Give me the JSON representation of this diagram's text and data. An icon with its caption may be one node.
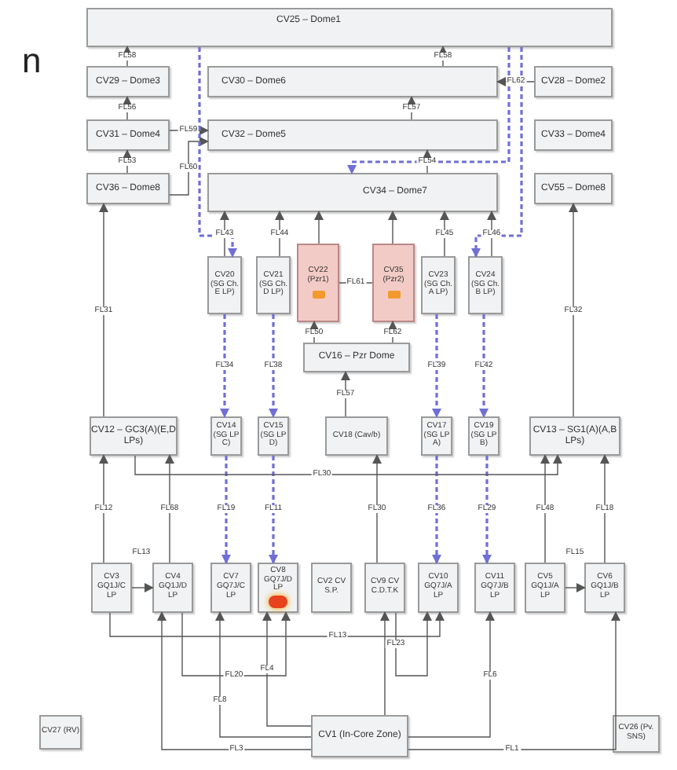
{
  "diagram": {
    "nodes": [
      {
        "text": [
          "CV25 – Dome1"
        ]
      },
      {
        "text": [
          "CV29 – Dome3"
        ]
      },
      {
        "text": [
          "CV30 – Dome6"
        ]
      },
      {
        "text": [
          "CV28 – Dome2"
        ]
      },
      {
        "text": [
          "CV31 – Dome4"
        ]
      },
      {
        "text": [
          "CV32 – Dome5"
        ]
      },
      {
        "text": [
          "CV33 – Dome4"
        ]
      },
      {
        "text": [
          "CV36 – Dome8"
        ]
      },
      {
        "text": [
          "CV34 – Dome7"
        ]
      },
      {
        "text": [
          "CV55 – Dome8"
        ]
      },
      {
        "text": [
          "CV20 (SG Ch. E LP)"
        ]
      },
      {
        "text": [
          "CV21 (SG Ch. D LP)"
        ]
      },
      {
        "text": [
          "CV22 (Pzr1)"
        ]
      },
      {
        "text": [
          "CV35 (Pzr2)"
        ]
      },
      {
        "text": [
          "CV23 (SG Ch. A LP)"
        ]
      },
      {
        "text": [
          "CV24 (SG Ch. B LP)"
        ]
      },
      {
        "text": [
          "CV16 – Pzr Dome"
        ]
      },
      {
        "text": [
          "CV12 – GC3(A)(E,D LPs)"
        ]
      },
      {
        "text": [
          "CV14 (SG LP C)"
        ]
      },
      {
        "text": [
          "CV15 (SG LP D)"
        ]
      },
      {
        "text": [
          "CV18 (Cav/b)"
        ]
      },
      {
        "text": [
          "CV17 (SG LP A)"
        ]
      },
      {
        "text": [
          "CV19 (SG LP B)"
        ]
      },
      {
        "text": [
          "CV13 – SG1(A)(A,B LPs)"
        ]
      },
      {
        "text": [
          "CV3 GQ1J/C LP"
        ]
      },
      {
        "text": [
          "CV4 GQ1J/D LP"
        ]
      },
      {
        "text": [
          "CV7 GQ7J/C LP"
        ]
      },
      {
        "text": [
          "CV8 GQ7J/D LP"
        ]
      },
      {
        "text": [
          "CV2 CV S.P."
        ]
      },
      {
        "text": [
          "CV9 CV C.D.T.K"
        ]
      },
      {
        "text": [
          "CV10 GQ7J/A LP"
        ]
      },
      {
        "text": [
          "CV11 GQ7J/B LP"
        ]
      },
      {
        "text": [
          "CV5 GQ1J/A LP"
        ]
      },
      {
        "text": [
          "CV6 GQ1J/B LP"
        ]
      },
      {
        "text": [
          "CV27 (RV)"
        ]
      },
      {
        "text": [
          "CV1 (In-Core Zone)"
        ]
      },
      {
        "text": [
          "CV26 (Pv. SNS)"
        ]
      }
    ],
    "edges": [
      {
        "from": 1,
        "to": 0,
        "arrow": "to",
        "label": "FL58"
      },
      {
        "from": 4,
        "to": 1,
        "arrow": "to",
        "label": "FL56"
      },
      {
        "from": 7,
        "to": 4,
        "arrow": "to",
        "label": "FL53"
      },
      {
        "from": 4,
        "to": 5,
        "arrow": "to",
        "label": "FL59"
      },
      {
        "from": 5,
        "to": 2,
        "arrow": "to",
        "label": "FL57"
      },
      {
        "from": 8,
        "to": 5,
        "arrow": "to",
        "label": "FL54"
      },
      {
        "from": 2,
        "to": 0,
        "arrow": "to",
        "label": "FL58"
      },
      {
        "from": 3,
        "to": 2,
        "arrow": "to",
        "label": "FL62"
      },
      {
        "from": 7,
        "to": 5,
        "arrow": "to",
        "label": "FL60"
      },
      {
        "from": 17,
        "to": 7,
        "arrow": "to",
        "label": "FL31"
      },
      {
        "from": 23,
        "to": 9,
        "arrow": "to",
        "label": "FL32"
      },
      {
        "from": 10,
        "to": 8,
        "arrow": "to",
        "label": "FL43"
      },
      {
        "from": 11,
        "to": 8,
        "arrow": "to",
        "label": "FL44"
      },
      {
        "from": 12,
        "to": 8,
        "arrow": "to"
      },
      {
        "from": 13,
        "to": 8,
        "arrow": "to"
      },
      {
        "from": 14,
        "to": 8,
        "arrow": "to",
        "label": "FL45"
      },
      {
        "from": 15,
        "to": 8,
        "arrow": "to",
        "label": "FL46"
      },
      {
        "from": 12,
        "to": 13,
        "arrow": "none",
        "label": "FL61"
      },
      {
        "from": 16,
        "to": 12,
        "arrow": "to",
        "label": "FL50"
      },
      {
        "from": 16,
        "to": 13,
        "arrow": "to",
        "label": "FL62"
      },
      {
        "from": 10,
        "to": 18,
        "arrow": "to",
        "label": "FL34",
        "style": "dashed",
        "color": "#6f6fd6"
      },
      {
        "from": 11,
        "to": 19,
        "arrow": "to",
        "label": "FL38",
        "style": "dashed",
        "color": "#6f6fd6"
      },
      {
        "from": 14,
        "to": 21,
        "arrow": "to",
        "label": "FL39",
        "style": "dashed",
        "color": "#6f6fd6"
      },
      {
        "from": 15,
        "to": 22,
        "arrow": "to",
        "label": "FL42",
        "style": "dashed",
        "color": "#6f6fd6"
      },
      {
        "from": 0,
        "to": 10,
        "arrow": "to",
        "style": "dashed",
        "color": "#6f6fd6"
      },
      {
        "from": 0,
        "to": 8,
        "arrow": "to",
        "style": "dashed",
        "color": "#6f6fd6"
      },
      {
        "from": 0,
        "to": 15,
        "arrow": "to",
        "style": "dashed",
        "color": "#6f6fd6"
      },
      {
        "from": 24,
        "to": 17,
        "arrow": "to",
        "label": "FL12"
      },
      {
        "from": 25,
        "to": 17,
        "arrow": "to",
        "label": "FL68"
      },
      {
        "from": 18,
        "to": 26,
        "arrow": "to",
        "label": "FL19",
        "style": "dashed",
        "color": "#6f6fd6"
      },
      {
        "from": 19,
        "to": 27,
        "arrow": "to",
        "label": "FL11",
        "style": "dashed",
        "color": "#6f6fd6"
      },
      {
        "from": 21,
        "to": 30,
        "arrow": "to",
        "label": "FL36",
        "style": "dashed",
        "color": "#6f6fd6"
      },
      {
        "from": 22,
        "to": 31,
        "arrow": "to",
        "label": "FL29",
        "style": "dashed",
        "color": "#6f6fd6"
      },
      {
        "from": 29,
        "to": 20,
        "arrow": "to",
        "label": "FL30"
      },
      {
        "from": 32,
        "to": 23,
        "arrow": "to",
        "label": "FL48"
      },
      {
        "from": 33,
        "to": 23,
        "arrow": "to",
        "label": "FL18"
      },
      {
        "from": 24,
        "to": 25,
        "arrow": "to",
        "label": "FL13"
      },
      {
        "from": 32,
        "to": 33,
        "arrow": "to",
        "label": "FL15"
      },
      {
        "from": 35,
        "to": 29,
        "arrow": "to"
      },
      {
        "from": 35,
        "to": 25,
        "arrow": "to",
        "label": "FL3"
      },
      {
        "from": 35,
        "to": 26,
        "arrow": "to",
        "label": "FL8"
      },
      {
        "from": 35,
        "to": 27,
        "arrow": "to",
        "label": "FL4"
      },
      {
        "from": 35,
        "to": 31,
        "arrow": "to",
        "label": "FL6"
      },
      {
        "from": 35,
        "to": 33,
        "arrow": "to",
        "label": "FL1"
      },
      {
        "from": 24,
        "to": 30,
        "arrow": "to",
        "label": "FL13"
      },
      {
        "from": 25,
        "to": 27,
        "arrow": "to",
        "label": "FL20"
      },
      {
        "from": 29,
        "to": 30,
        "arrow": "to",
        "label": "FL23"
      },
      {
        "from": 17,
        "to": 23,
        "arrow": "to",
        "label": "FL30"
      },
      {
        "from": 20,
        "to": 16,
        "arrow": "to",
        "label": "FL57"
      }
    ],
    "labels": [
      "n"
    ]
  }
}
